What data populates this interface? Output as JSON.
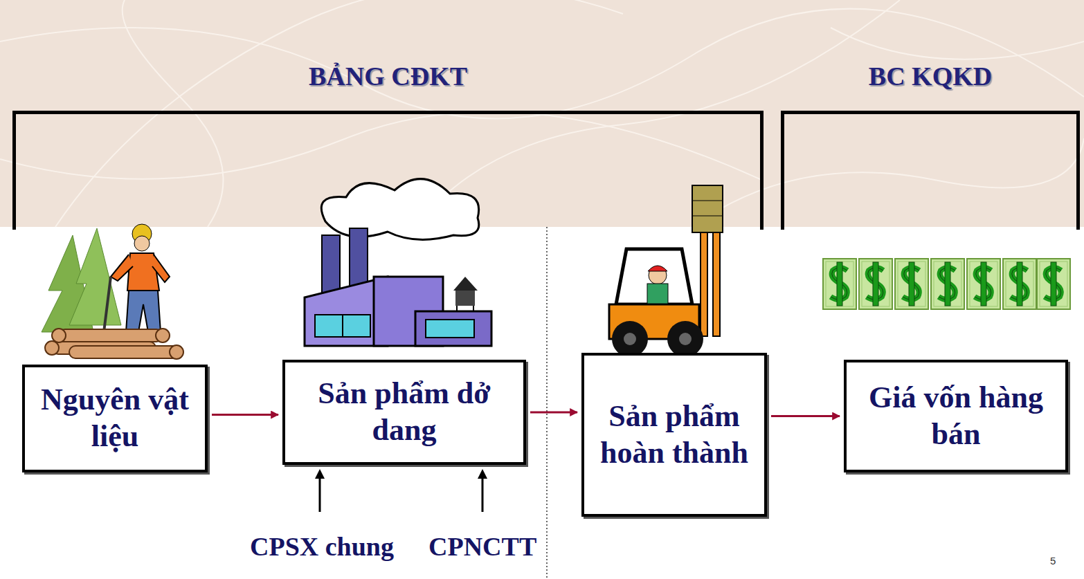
{
  "diagram": {
    "nodes": [
      {
        "text": [
          "BẢNG CĐKT"
        ]
      },
      {
        "text": [
          "Nguyên vật liệu"
        ],
        "in": 0
      },
      {
        "text": [
          "Sản phẩm dở dang"
        ],
        "in": 0
      },
      {
        "text": [
          "Sản phẩm hoàn thành"
        ],
        "in": 0
      },
      {
        "text": [
          "BC KQKD"
        ]
      },
      {
        "text": [
          "Giá vốn hàng bán"
        ],
        "in": 4
      }
    ],
    "edges": [
      {
        "from": 1,
        "to": 2,
        "arrow": "to"
      },
      {
        "from": 2,
        "to": 3,
        "arrow": "to"
      },
      {
        "from": 3,
        "to": 5,
        "arrow": "to"
      }
    ],
    "labels": [
      "CPSX chung",
      "CPNCTT",
      "5"
    ]
  }
}
